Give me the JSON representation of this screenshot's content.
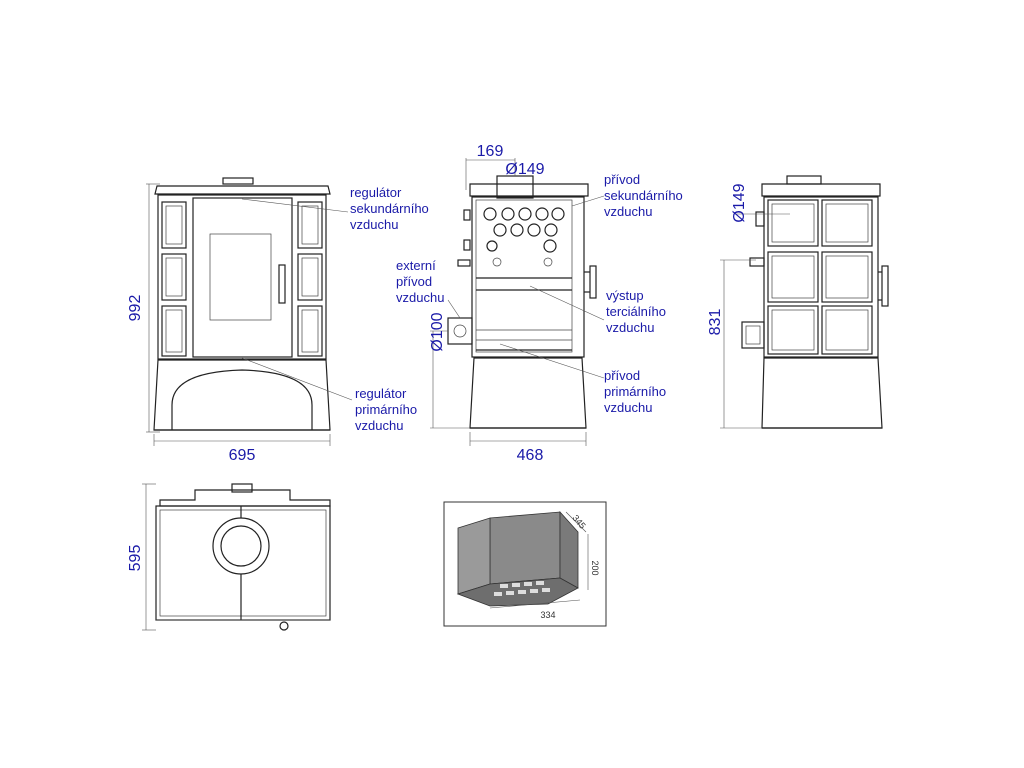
{
  "dimensions": {
    "front_width": "695",
    "front_height": "992",
    "side_width": "468",
    "side_offset": "169",
    "flue_diameter_side": "Ø149",
    "ext_air_diameter": "Ø100",
    "back_flue_diameter": "Ø149",
    "back_height": "831",
    "top_depth": "595",
    "box_depth": "345",
    "box_height": "200",
    "box_width": "334"
  },
  "labels": {
    "secondary_regulator": [
      "regulátor",
      "sekundárního",
      "vzduchu"
    ],
    "primary_regulator": [
      "regulátor",
      "primárního",
      "vzduchu"
    ],
    "external_air": [
      "externí",
      "přívod",
      "vzduchu"
    ],
    "secondary_inlet": [
      "přívod",
      "sekundárního",
      "vzduchu"
    ],
    "tertiary_outlet": [
      "výstup",
      "terciálního",
      "vzduchu"
    ],
    "primary_inlet": [
      "přívod",
      "primárního",
      "vzduchu"
    ]
  }
}
